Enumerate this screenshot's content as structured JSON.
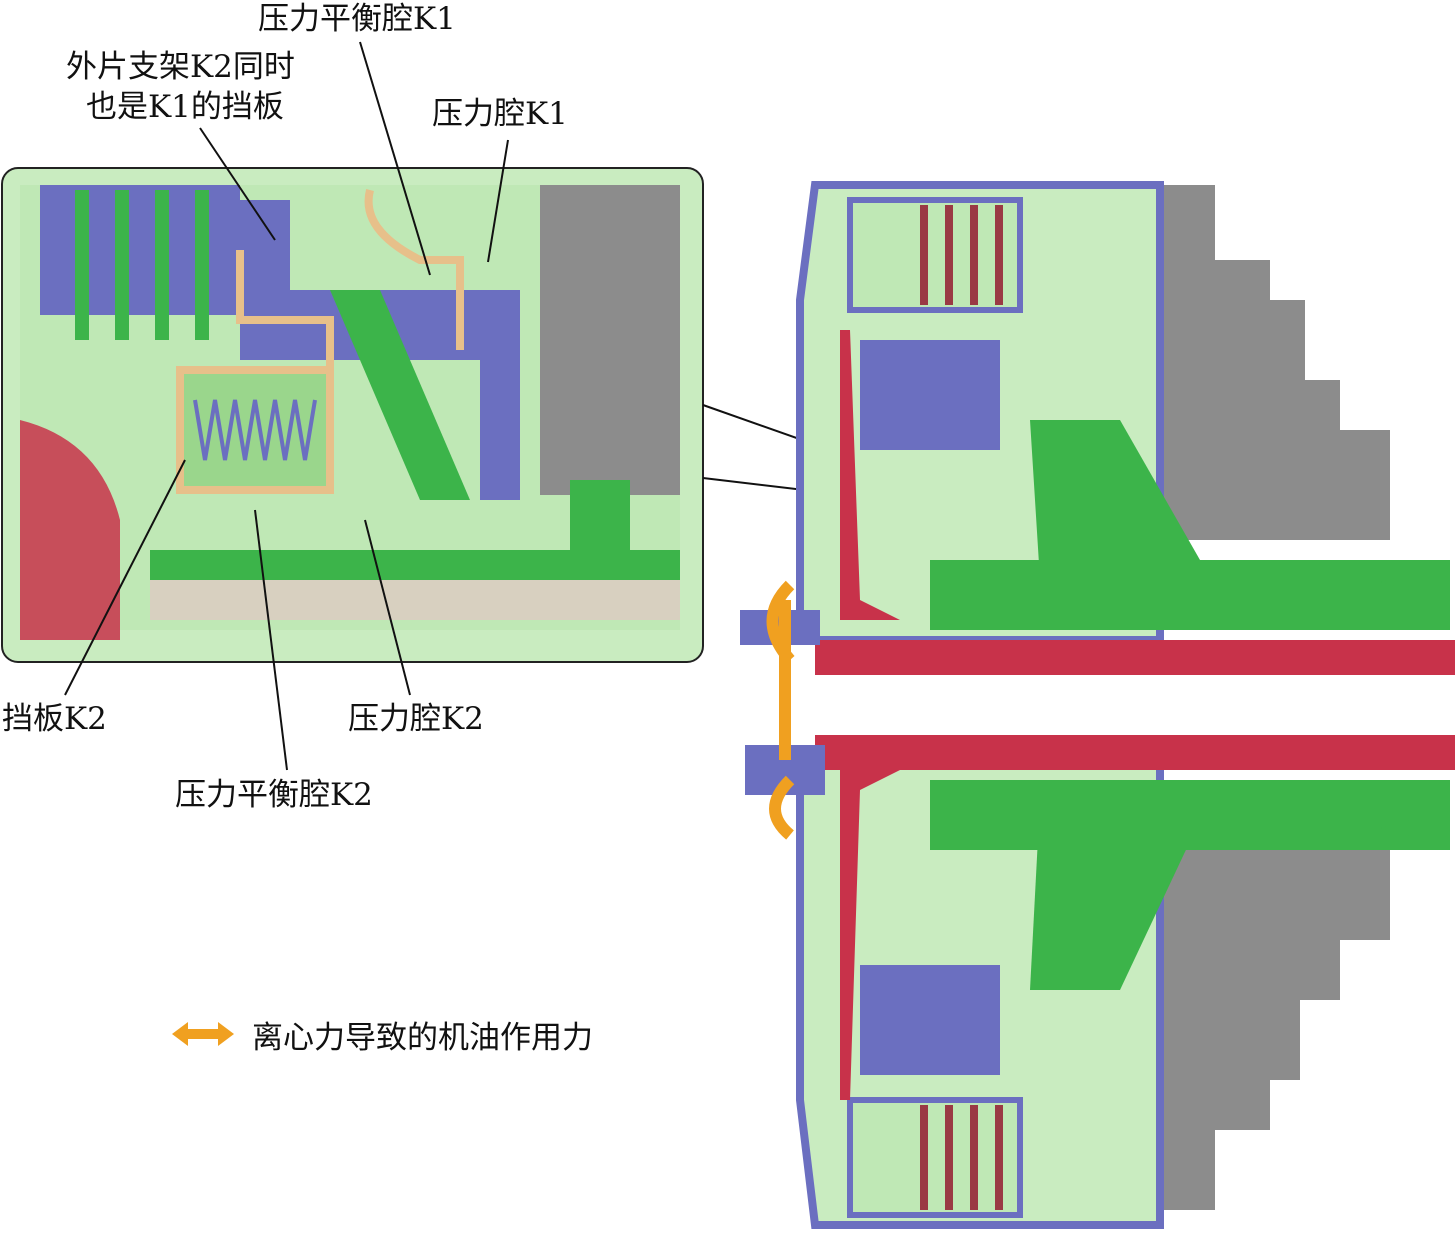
{
  "labels": {
    "balance_k1": "压力平衡腔K1",
    "outer_carrier_line1": "外片支架K2同时",
    "outer_carrier_line2": "也是K1的挡板",
    "pressure_k1": "压力腔K1",
    "baffle_k2": "挡板K2",
    "pressure_k2": "压力腔K2",
    "balance_k2": "压力平衡腔K2"
  },
  "legend": {
    "text": "离心力导致的机油作用力",
    "icon": "double-arrow-icon"
  },
  "colors": {
    "oil_green": "#3cb44a",
    "light_green": "#bfe8b5",
    "steel_blue": "#6b6fc0",
    "housing_gray": "#8c8c8c",
    "shaft_red": "#c8324a",
    "spring_tan": "#e7c08a",
    "arrow_orange": "#f0a020"
  }
}
